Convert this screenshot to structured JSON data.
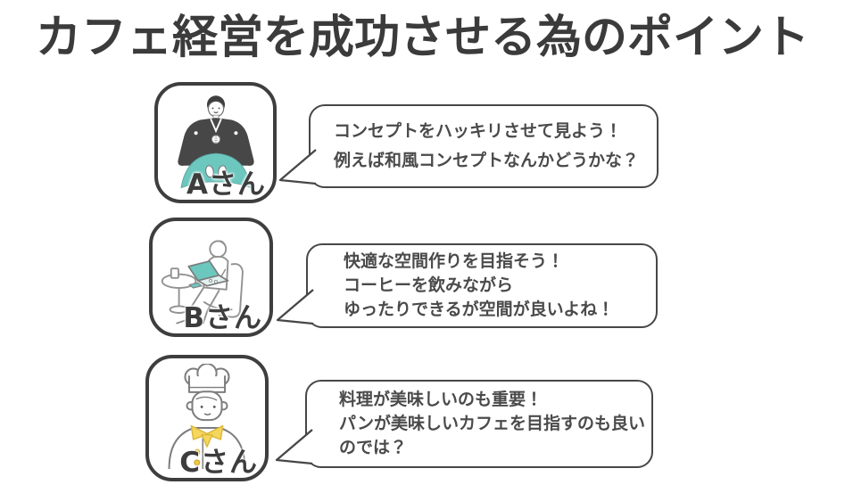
{
  "title": "カフェ経営を成功させる為のポイント",
  "colors": {
    "ink": "#3e3e3e",
    "bubble_border": "#474747",
    "text": "#4a4a4a",
    "teal_accent": "#6cc7bf",
    "yellow_accent": "#f6d65c",
    "lineart_gray": "#919191"
  },
  "speakers": [
    {
      "name": "Aさん",
      "avatar_icon": "seiza-kimono-man-icon",
      "lines": [
        "コンセプトをハッキリさせて見よう！",
        "例えば和風コンセプトなんかどうかな？"
      ]
    },
    {
      "name": "Bさん",
      "avatar_icon": "laptop-worker-icon",
      "lines": [
        "快適な空間作りを目指そう！",
        "コーヒーを飲みながら",
        "ゆったりできるが空間が良いよね！"
      ]
    },
    {
      "name": "Cさん",
      "avatar_icon": "chef-icon",
      "lines": [
        "料理が美味しいのも重要！",
        "パンが美味しいカフェを目指すのも良い",
        "のでは？"
      ]
    }
  ]
}
